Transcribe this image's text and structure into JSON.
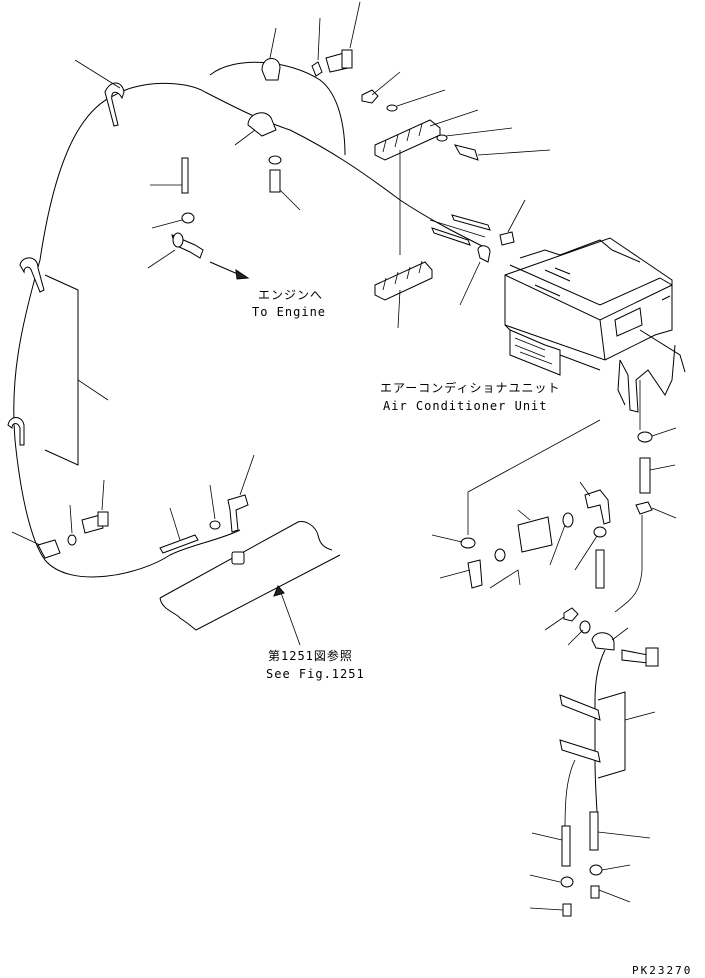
{
  "labels": {
    "engine_jp": "エンジンへ",
    "engine_en": "To Engine",
    "aircon_jp": "エアーコンディショナユニット",
    "aircon_en": "Air Conditioner Unit",
    "fig_jp": "第1251図参照",
    "fig_en": "See Fig.1251"
  },
  "drawing_code": "PK23270"
}
